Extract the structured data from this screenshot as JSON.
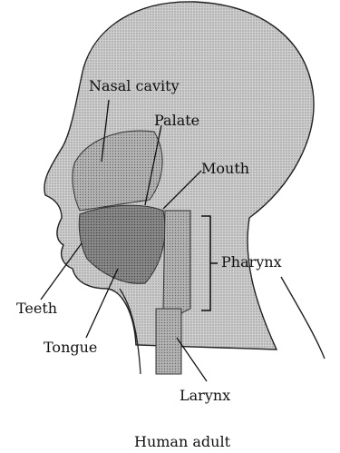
{
  "labels": {
    "nasal_cavity": "Nasal cavity",
    "palate": "Palate",
    "mouth": "Mouth",
    "pharynx": "Pharynx",
    "teeth": "Teeth",
    "tongue": "Tongue",
    "larynx": "Larynx"
  },
  "caption": "Human adult",
  "colors": {
    "head_fill": "#c9c9c9",
    "dark_fill": "#7d7d7d",
    "mid_fill": "#a8a8a8",
    "line": "#222222"
  }
}
